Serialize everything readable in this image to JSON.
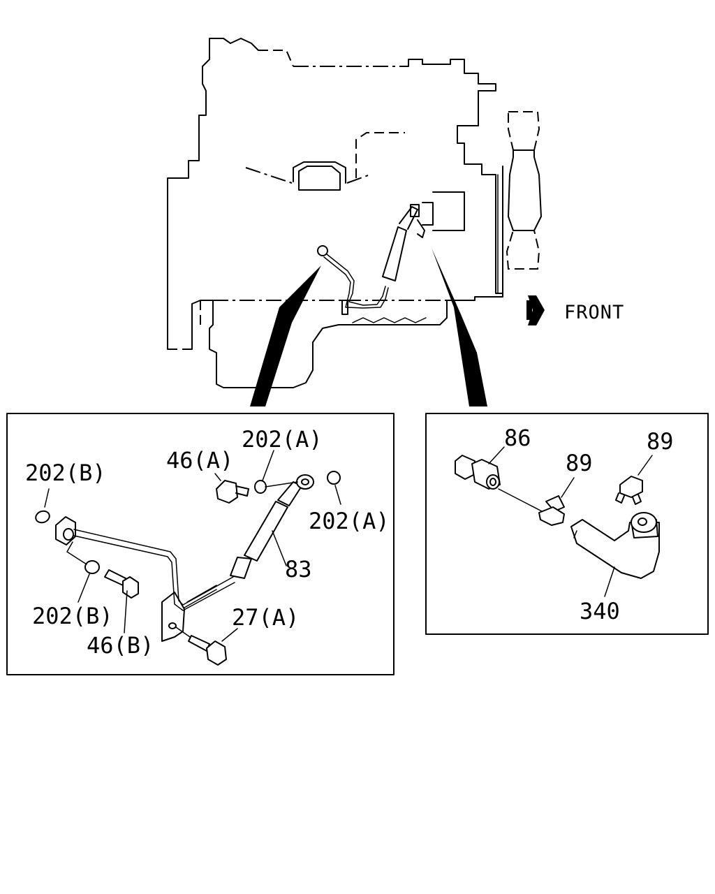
{
  "diagram": {
    "front_label": "FRONT",
    "left_panel": {
      "labels": {
        "p202_b_top": "202(B)",
        "p46_a": "46(A)",
        "p202_a_top": "202(A)",
        "p202_a_right": "202(A)",
        "p83": "83",
        "p202_b_bottom": "202(B)",
        "p46_b": "46(B)",
        "p27_a": "27(A)"
      }
    },
    "right_panel": {
      "labels": {
        "p86": "86",
        "p89_mid": "89",
        "p89_top": "89",
        "p340": "340"
      }
    }
  }
}
